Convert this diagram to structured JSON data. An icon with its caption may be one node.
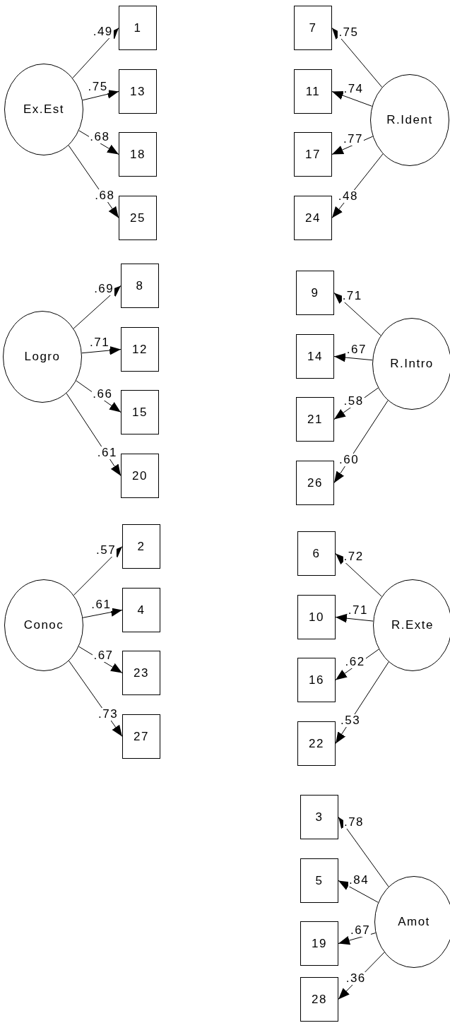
{
  "diagram": {
    "nodes": [
      {
        "text": [
          "Ex.Est"
        ]
      },
      {
        "text": [
          "1"
        ]
      },
      {
        "text": [
          "13"
        ]
      },
      {
        "text": [
          "18"
        ]
      },
      {
        "text": [
          "25"
        ]
      },
      {
        "text": [
          "R.Ident"
        ]
      },
      {
        "text": [
          "7"
        ]
      },
      {
        "text": [
          "11"
        ]
      },
      {
        "text": [
          "17"
        ]
      },
      {
        "text": [
          "24"
        ]
      },
      {
        "text": [
          "Logro"
        ]
      },
      {
        "text": [
          "8"
        ]
      },
      {
        "text": [
          "12"
        ]
      },
      {
        "text": [
          "15"
        ]
      },
      {
        "text": [
          "20"
        ]
      },
      {
        "text": [
          "R.Intro"
        ]
      },
      {
        "text": [
          "9"
        ]
      },
      {
        "text": [
          "14"
        ]
      },
      {
        "text": [
          "21"
        ]
      },
      {
        "text": [
          "26"
        ]
      },
      {
        "text": [
          "Conoc"
        ]
      },
      {
        "text": [
          "2"
        ]
      },
      {
        "text": [
          "4"
        ]
      },
      {
        "text": [
          "23"
        ]
      },
      {
        "text": [
          "27"
        ]
      },
      {
        "text": [
          "R.Exte"
        ]
      },
      {
        "text": [
          "6"
        ]
      },
      {
        "text": [
          "10"
        ]
      },
      {
        "text": [
          "16"
        ]
      },
      {
        "text": [
          "22"
        ]
      },
      {
        "text": [
          "Amot"
        ]
      },
      {
        "text": [
          "3"
        ]
      },
      {
        "text": [
          "5"
        ]
      },
      {
        "text": [
          "19"
        ]
      },
      {
        "text": [
          "28"
        ]
      }
    ],
    "edges": [
      {
        "from": 0,
        "to": 1,
        "arrow": "to",
        "label": ".49"
      },
      {
        "from": 0,
        "to": 2,
        "arrow": "to",
        "label": ".75"
      },
      {
        "from": 0,
        "to": 3,
        "arrow": "to",
        "label": ".68"
      },
      {
        "from": 0,
        "to": 4,
        "arrow": "to",
        "label": ".68"
      },
      {
        "from": 5,
        "to": 6,
        "arrow": "to",
        "label": ".75"
      },
      {
        "from": 5,
        "to": 7,
        "arrow": "to",
        "label": ".74"
      },
      {
        "from": 5,
        "to": 8,
        "arrow": "to",
        "label": ".77"
      },
      {
        "from": 5,
        "to": 9,
        "arrow": "to",
        "label": ".48"
      },
      {
        "from": 10,
        "to": 11,
        "arrow": "to",
        "label": ".69"
      },
      {
        "from": 10,
        "to": 12,
        "arrow": "to",
        "label": ".71"
      },
      {
        "from": 10,
        "to": 13,
        "arrow": "to",
        "label": ".66"
      },
      {
        "from": 10,
        "to": 14,
        "arrow": "to",
        "label": ".61"
      },
      {
        "from": 15,
        "to": 16,
        "arrow": "to",
        "label": ".71"
      },
      {
        "from": 15,
        "to": 17,
        "arrow": "to",
        "label": ".67"
      },
      {
        "from": 15,
        "to": 18,
        "arrow": "to",
        "label": ".58"
      },
      {
        "from": 15,
        "to": 19,
        "arrow": "to",
        "label": ".60"
      },
      {
        "from": 20,
        "to": 21,
        "arrow": "to",
        "label": ".57"
      },
      {
        "from": 20,
        "to": 22,
        "arrow": "to",
        "label": ".61"
      },
      {
        "from": 20,
        "to": 23,
        "arrow": "to",
        "label": ".67"
      },
      {
        "from": 20,
        "to": 24,
        "arrow": "to",
        "label": ".73"
      },
      {
        "from": 25,
        "to": 26,
        "arrow": "to",
        "label": ".72"
      },
      {
        "from": 25,
        "to": 27,
        "arrow": "to",
        "label": ".71"
      },
      {
        "from": 25,
        "to": 28,
        "arrow": "to",
        "label": ".62"
      },
      {
        "from": 25,
        "to": 29,
        "arrow": "to",
        "label": ".53"
      },
      {
        "from": 30,
        "to": 31,
        "arrow": "to",
        "label": ".78"
      },
      {
        "from": 30,
        "to": 32,
        "arrow": "to",
        "label": ".84"
      },
      {
        "from": 30,
        "to": 33,
        "arrow": "to",
        "label": ".67"
      },
      {
        "from": 30,
        "to": 34,
        "arrow": "to",
        "label": ".36"
      }
    ]
  }
}
